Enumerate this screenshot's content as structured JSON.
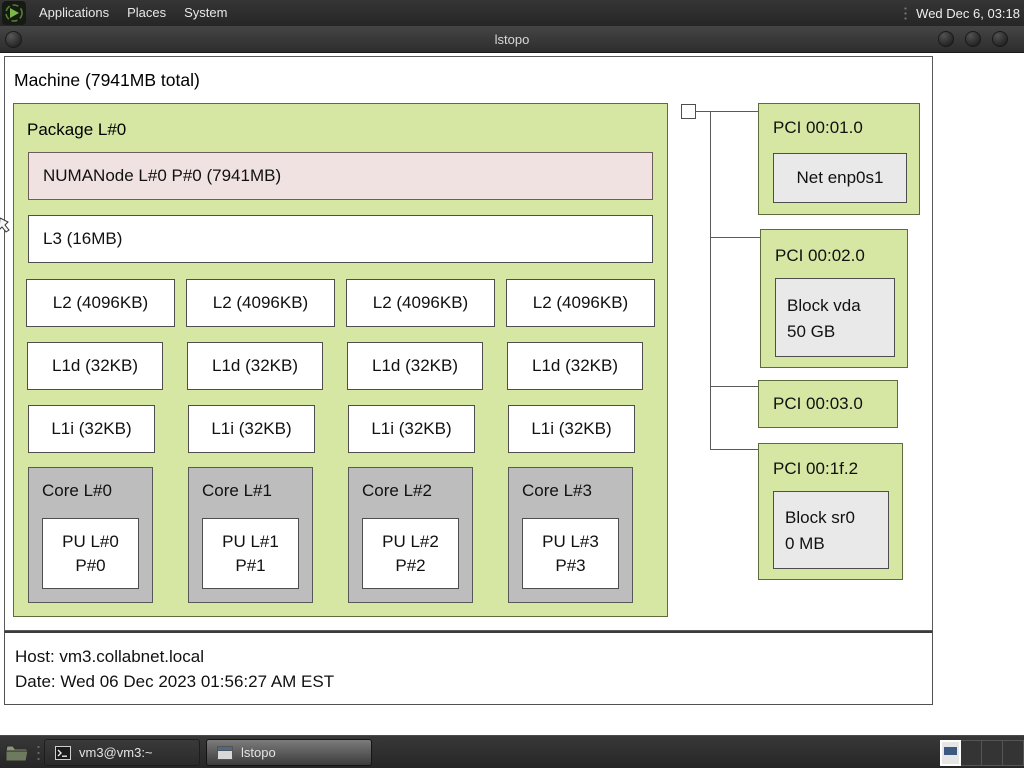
{
  "panel": {
    "menus": [
      {
        "label": "Applications"
      },
      {
        "label": "Places"
      },
      {
        "label": "System"
      }
    ],
    "clock": "Wed Dec 6, 03:18"
  },
  "window": {
    "title": "lstopo"
  },
  "topology": {
    "machine_label": "Machine (7941MB total)",
    "package_label": "Package L#0",
    "numanode_label": "NUMANode L#0 P#0 (7941MB)",
    "l3_label": "L3 (16MB)",
    "l2_labels": [
      "L2 (4096KB)",
      "L2 (4096KB)",
      "L2 (4096KB)",
      "L2 (4096KB)"
    ],
    "l1d_labels": [
      "L1d (32KB)",
      "L1d (32KB)",
      "L1d (32KB)",
      "L1d (32KB)"
    ],
    "l1i_labels": [
      "L1i (32KB)",
      "L1i (32KB)",
      "L1i (32KB)",
      "L1i (32KB)"
    ],
    "cores": [
      {
        "label": "Core L#0",
        "pu1": "PU L#0",
        "pu2": "P#0"
      },
      {
        "label": "Core L#1",
        "pu1": "PU L#1",
        "pu2": "P#1"
      },
      {
        "label": "Core L#2",
        "pu1": "PU L#2",
        "pu2": "P#2"
      },
      {
        "label": "Core L#3",
        "pu1": "PU L#3",
        "pu2": "P#3"
      }
    ],
    "pci": [
      {
        "label": "PCI 00:01.0",
        "device_line1": "Net enp0s1",
        "device_line2": ""
      },
      {
        "label": "PCI 00:02.0",
        "device_line1": "Block vda",
        "device_line2": "50 GB"
      },
      {
        "label": "PCI 00:03.0"
      },
      {
        "label": "PCI 00:1f.2",
        "device_line1": "Block sr0",
        "device_line2": "0 MB"
      }
    ],
    "legend": {
      "host": "Host: vm3.collabnet.local",
      "date": "Date: Wed 06 Dec 2023 01:56:27 AM EST"
    }
  },
  "taskbar": {
    "tasks": [
      {
        "label": "vm3@vm3:~"
      },
      {
        "label": "lstopo"
      }
    ],
    "workspace_count": 4
  },
  "colors": {
    "box_green": "#d6e6a3",
    "box_numa_pink": "#f0e2e1",
    "box_core_gray": "#bdbdbd",
    "box_device_gray": "#e9e9e9",
    "panel_dark": "#2d2d2d",
    "logo_green": "#7ab648"
  }
}
